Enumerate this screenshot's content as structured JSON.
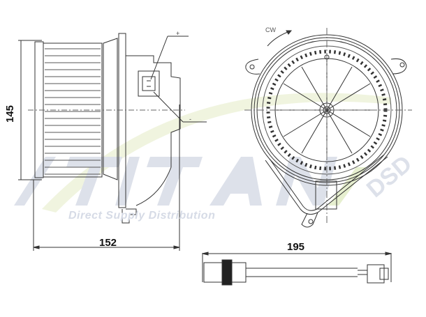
{
  "drawing": {
    "subject": "Heater blower motor technical drawing",
    "views": [
      "side-view",
      "front-view",
      "cable-connector-view"
    ]
  },
  "dimensions": {
    "height": "145",
    "width": "152",
    "cable_length": "195"
  },
  "annotations": {
    "rotation": "CW",
    "terminal_positive": "+",
    "terminal_negative": "-"
  },
  "watermark": {
    "brand": "TITAN",
    "badge": "DSD",
    "tagline": "Direct Supply Distribution",
    "colors": {
      "brand_gray": "#d9dde8",
      "swoosh_green": "#e6efcf"
    }
  },
  "colors": {
    "line": "#333333",
    "background": "#ffffff"
  }
}
